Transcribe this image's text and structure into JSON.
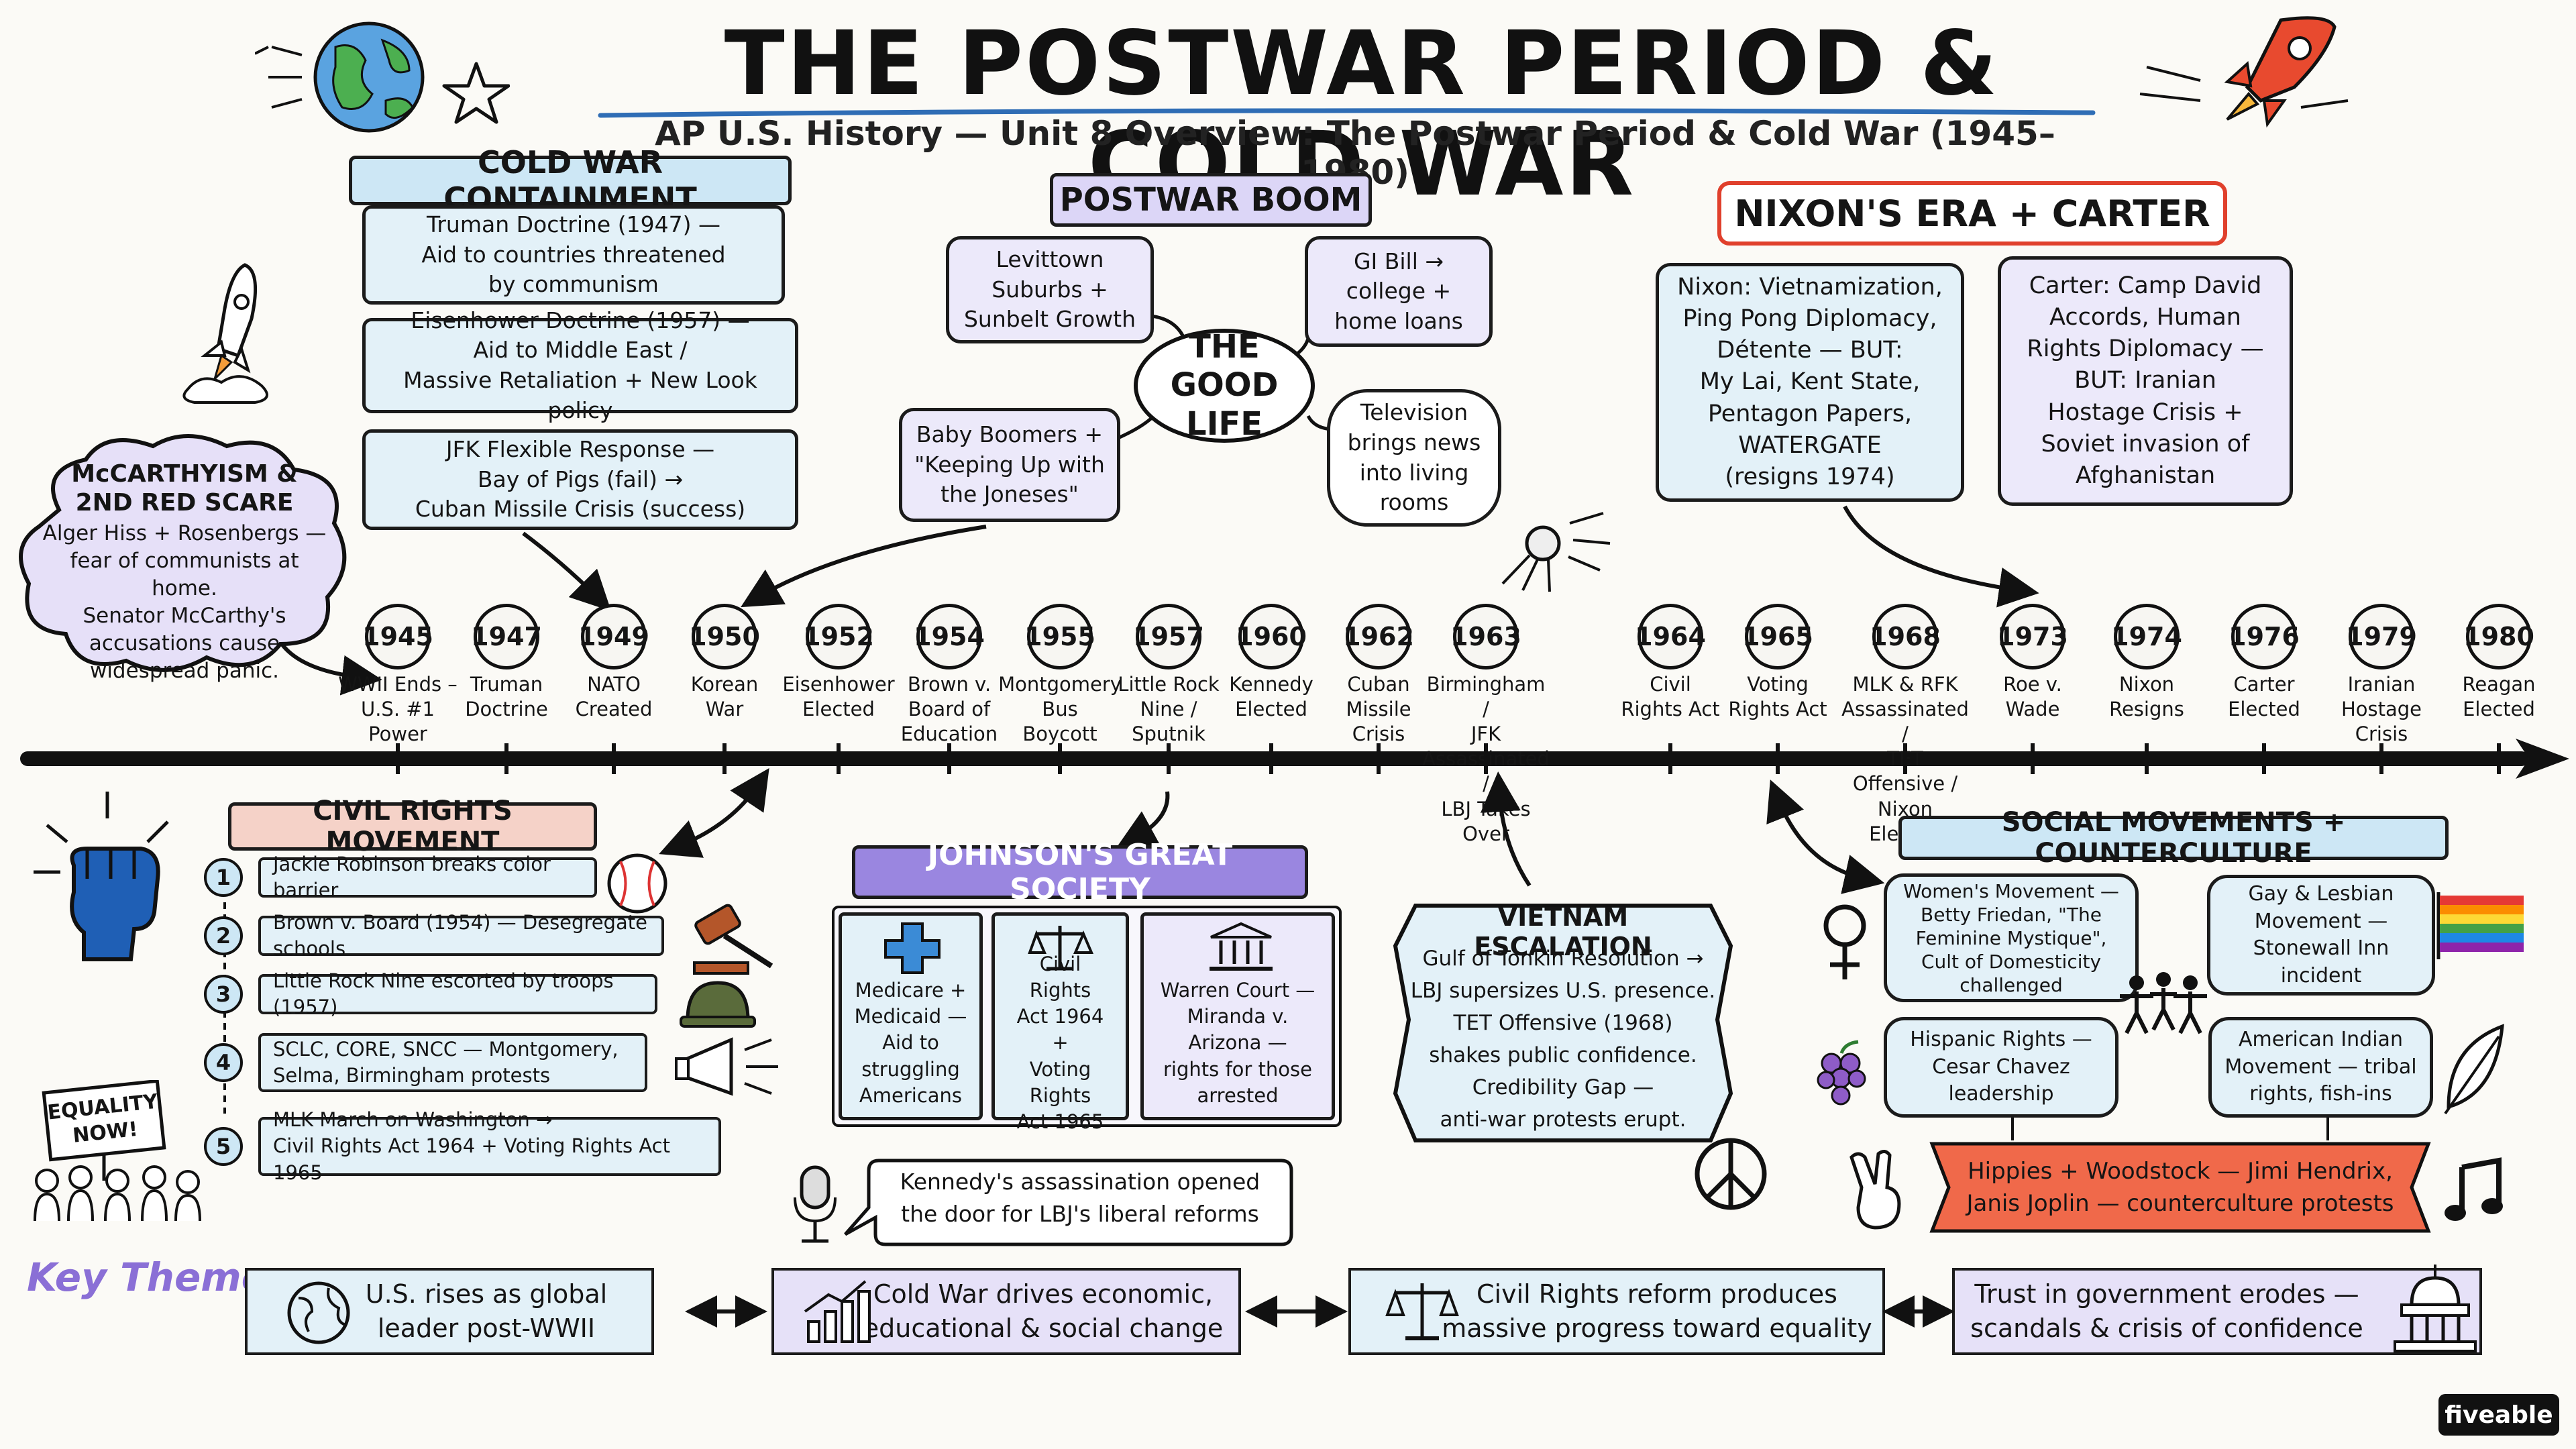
{
  "title": "THE POSTWAR PERIOD & COLD WAR",
  "subtitle": "AP U.S. History — Unit 8 Overview: The Postwar Period & Cold War (1945–1980)",
  "containment": {
    "header": "COLD WAR CONTAINMENT",
    "items": [
      "Truman Doctrine (1947) —\nAid to countries threatened\nby communism",
      "Eisenhower Doctrine (1957) —\nAid to Middle East /\nMassive Retaliation + New Look policy",
      "JFK Flexible Response —\nBay of Pigs (fail) →\nCuban Missile Crisis (success)"
    ]
  },
  "mccarthy": {
    "title": "McCARTHYISM &\n2ND RED SCARE",
    "text": "Alger Hiss + Rosenbergs —\nfear of communists at home.\nSenator McCarthy's\naccusations cause\nwidespread panic."
  },
  "boom": {
    "header": "POSTWAR BOOM",
    "center": "THE\nGOOD LIFE",
    "items": [
      "Levittown\nSuburbs +\nSunbelt Growth",
      "GI Bill →\ncollege +\nhome loans",
      "Baby Boomers +\n\"Keeping Up with\nthe Joneses\"",
      "Television\nbrings news\ninto living\nrooms"
    ]
  },
  "nixon": {
    "header": "NIXON'S ERA + CARTER",
    "nixon_text": "Nixon: Vietnamization,\nPing Pong Diplomacy,\nDétente — BUT:\nMy Lai, Kent State,\nPentagon Papers,\nWATERGATE\n(resigns 1974)",
    "carter_text": "Carter: Camp David\nAccords, Human\nRights Diplomacy —\nBUT: Iranian\nHostage Crisis +\nSoviet invasion of\nAfghanistan"
  },
  "timeline": [
    {
      "year": "1945",
      "event": "WWII Ends –\nU.S. #1 Power"
    },
    {
      "year": "1947",
      "event": "Truman\nDoctrine"
    },
    {
      "year": "1949",
      "event": "NATO\nCreated"
    },
    {
      "year": "1950",
      "event": "Korean\nWar"
    },
    {
      "year": "1952",
      "event": "Eisenhower\nElected"
    },
    {
      "year": "1954",
      "event": "Brown v.\nBoard of\nEducation"
    },
    {
      "year": "1955",
      "event": "Montgomery\nBus\nBoycott"
    },
    {
      "year": "1957",
      "event": "Little Rock\nNine /\nSputnik"
    },
    {
      "year": "1960",
      "event": "Kennedy\nElected"
    },
    {
      "year": "1962",
      "event": "Cuban\nMissile\nCrisis"
    },
    {
      "year": "1963",
      "event": "Birmingham /\nJFK Assassinated /\nLBJ Takes Over"
    },
    {
      "year": "1964",
      "event": "Civil\nRights Act"
    },
    {
      "year": "1965",
      "event": "Voting\nRights Act"
    },
    {
      "year": "1968",
      "event": "MLK & RFK\nAssassinated /\nTET Offensive /\nNixon Elected"
    },
    {
      "year": "1973",
      "event": "Roe v.\nWade"
    },
    {
      "year": "1974",
      "event": "Nixon\nResigns"
    },
    {
      "year": "1976",
      "event": "Carter\nElected"
    },
    {
      "year": "1979",
      "event": "Iranian\nHostage\nCrisis"
    },
    {
      "year": "1980",
      "event": "Reagan\nElected"
    }
  ],
  "civil_rights": {
    "header": "CIVIL RIGHTS MOVEMENT",
    "sign": "EQUALITY\nNOW!",
    "items": [
      {
        "num": "1",
        "text": "Jackie Robinson breaks color barrier"
      },
      {
        "num": "2",
        "text": "Brown v. Board (1954) — Desegregate schools"
      },
      {
        "num": "3",
        "text": "Little Rock Nine escorted by troops (1957)"
      },
      {
        "num": "4",
        "text": "SCLC, CORE, SNCC — Montgomery,\nSelma, Birmingham protests"
      },
      {
        "num": "5",
        "text": "MLK March on Washington →\nCivil Rights Act 1964 + Voting Rights Act 1965"
      }
    ]
  },
  "great_society": {
    "header": "JOHNSON'S GREAT SOCIETY",
    "items": [
      "Medicare +\nMedicaid —\nAid to\nstruggling\nAmericans",
      "Civil Rights\nAct 1964 +\nVoting Rights\nAct 1965",
      "Warren Court —\nMiranda v. Arizona —\nrights for those\narrested"
    ],
    "speech": "Kennedy's assassination opened\nthe door for LBJ's liberal reforms"
  },
  "vietnam": {
    "header": "VIETNAM ESCALATION",
    "text": "Gulf of Tonkin Resolution →\nLBJ supersizes U.S. presence.\nTET Offensive (1968)\nshakes public confidence.\nCredibility Gap —\nanti-war protests erupt."
  },
  "social": {
    "header": "SOCIAL MOVEMENTS + COUNTERCULTURE",
    "items": [
      "Women's Movement —\nBetty Friedan, \"The\nFeminine Mystique\",\nCult of Domesticity\nchallenged",
      "Gay & Lesbian\nMovement —\nStonewall Inn\nincident",
      "Hispanic Rights —\nCesar Chavez\nleadership",
      "American Indian\nMovement — tribal\nrights, fish-ins"
    ],
    "banner": "Hippies + Woodstock — Jimi Hendrix,\nJanis Joplin — counterculture protests"
  },
  "key_themes": {
    "label": "Key Themes:",
    "items": [
      "U.S. rises as global\nleader post-WWII",
      "Cold War drives economic,\neducational & social change",
      "Civil Rights reform produces\nmassive progress toward equality",
      "Trust in government erodes —\nscandals & crisis of confidence"
    ]
  },
  "brand": "fiveable",
  "colors": {
    "blue_header": "#cde7f5",
    "lavender": "#dcd6f7",
    "red_accent": "#e0402c",
    "orange_banner": "#f0694a",
    "key_theme_purple": "#8a6fd6",
    "title_underline": "#2f6db5"
  }
}
